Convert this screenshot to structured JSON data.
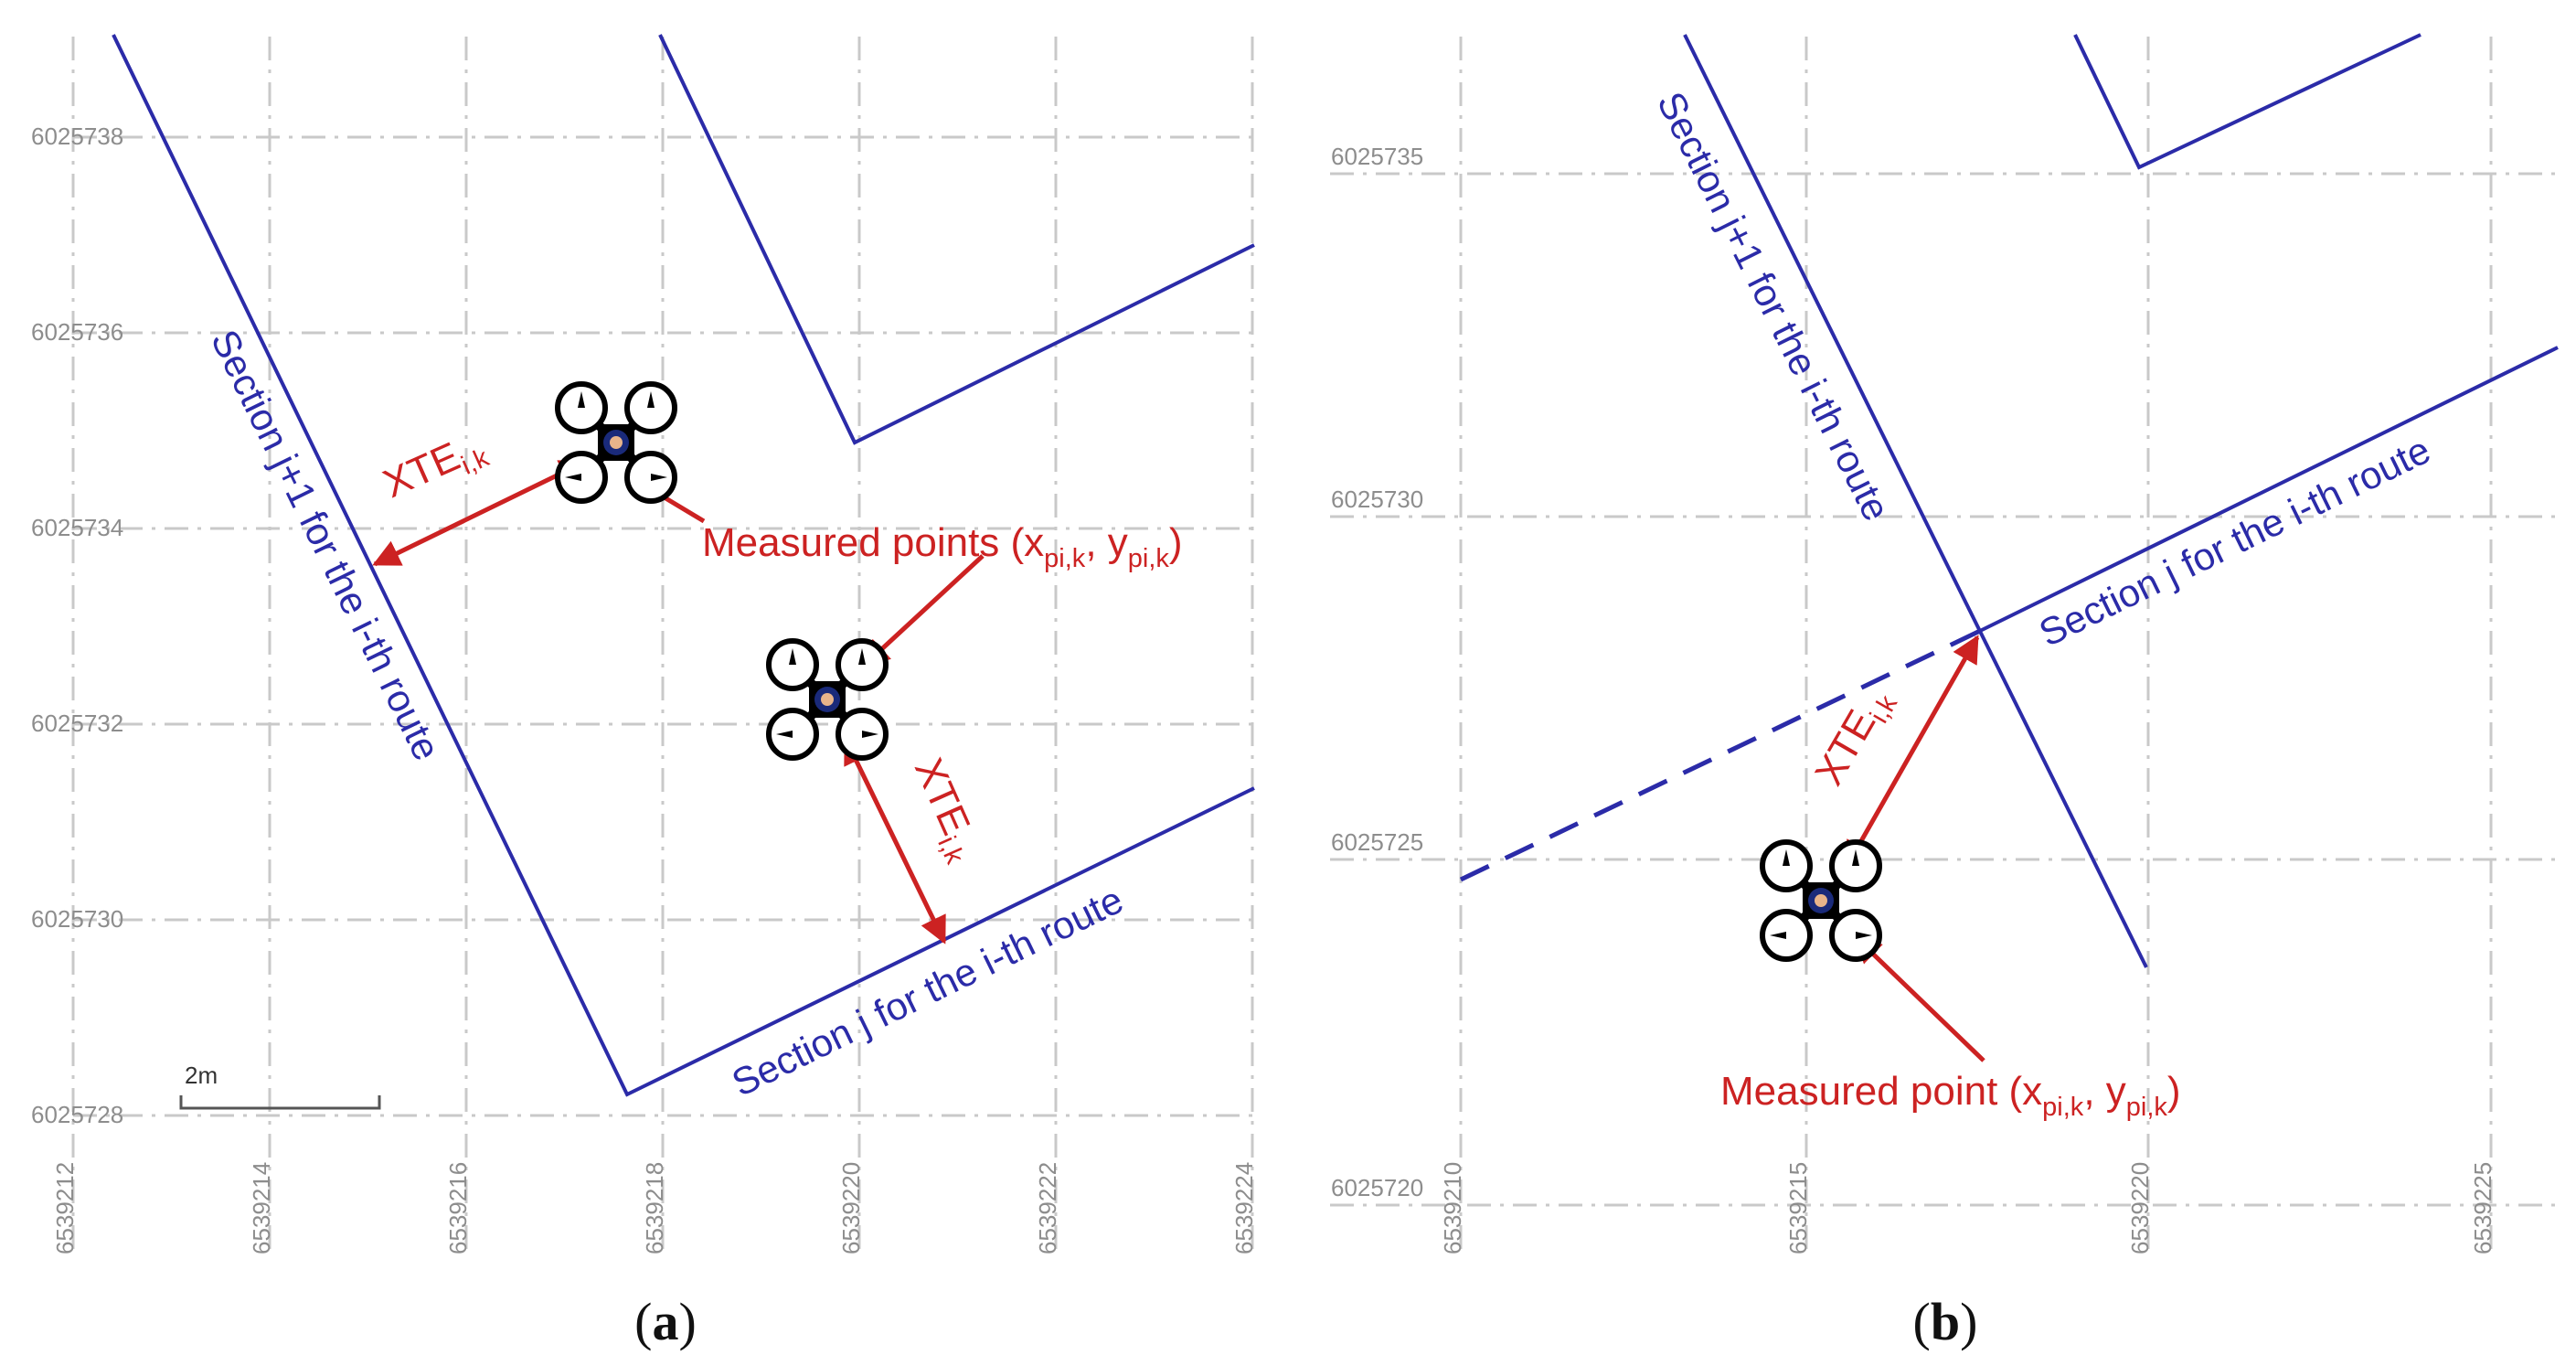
{
  "panel_a": {
    "y_ticks": [
      "6025738",
      "6025736",
      "6025734",
      "6025732",
      "6025730",
      "6025728"
    ],
    "x_ticks": [
      "6539212",
      "6539214",
      "6539216",
      "6539218",
      "6539220",
      "6539222",
      "6539224"
    ],
    "section_j1": "Section j+1 for the i-th route",
    "section_j": "Section j for the i-th route",
    "xte_main": "XTE",
    "xte_sub": "i,k",
    "measured_main": "Measured points (x",
    "measured_sub1": "pi,k",
    "measured_mid": ", y",
    "measured_sub2": "pi,k",
    "measured_end": ")",
    "scale_label": "2m",
    "caption_open": "(",
    "caption_letter": "a",
    "caption_close": ")"
  },
  "panel_b": {
    "y_ticks": [
      "6025735",
      "6025730",
      "6025725",
      "6025720"
    ],
    "x_ticks": [
      "6539210",
      "6539215",
      "6539220",
      "6539225"
    ],
    "section_j1": "Section j+1 for the i-th route",
    "section_j": "Section j for the i-th route",
    "xte_main": "XTE",
    "xte_sub": "i,k",
    "measured_main": "Measured point (x",
    "measured_sub1": "pi,k",
    "measured_mid": ", y",
    "measured_sub2": "pi,k",
    "measured_end": ")",
    "caption_open": "(",
    "caption_letter": "b",
    "caption_close": ")"
  },
  "colors": {
    "route": "#2b2ba8",
    "annotation": "#cc2222",
    "grid": "#c9c9c9",
    "tick": "#8d8d8d"
  },
  "icons": [
    "drone-icon"
  ]
}
